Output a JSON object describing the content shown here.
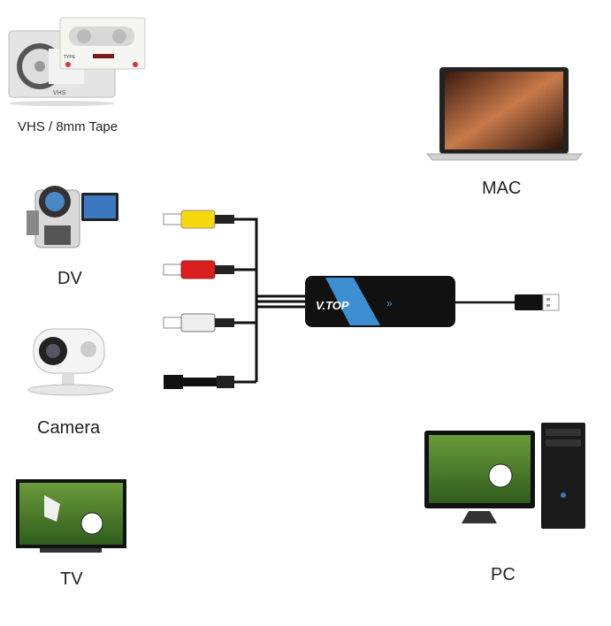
{
  "devices": {
    "vhs": {
      "label": "VHS / 8mm Tape",
      "tape_text": "VHS",
      "cassette_text": "TYPE"
    },
    "mac": {
      "label": "MAC"
    },
    "dv": {
      "label": "DV"
    },
    "camera": {
      "label": "Camera"
    },
    "tv": {
      "label": "TV"
    },
    "pc": {
      "label": "PC"
    }
  },
  "dongle": {
    "brand": "V.TOP",
    "arrows": "»",
    "accent": "#3d8fd1"
  },
  "connectors": [
    {
      "name": "yellow-rca",
      "color": "#f4d90c"
    },
    {
      "name": "red-rca",
      "color": "#d81e1e"
    },
    {
      "name": "white-rca",
      "color": "#eeeeee"
    },
    {
      "name": "s-video",
      "color": "#111111"
    }
  ]
}
